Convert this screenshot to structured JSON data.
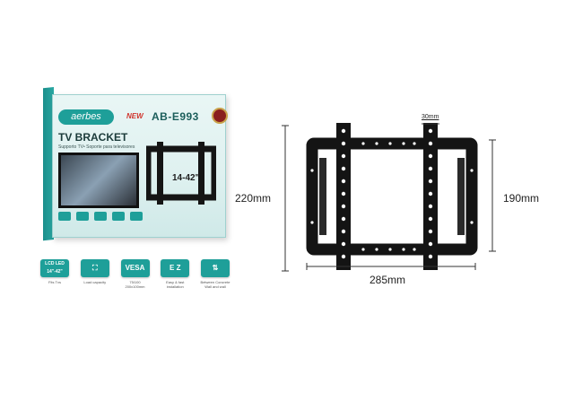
{
  "package": {
    "brand": "aerbes",
    "new_badge": "NEW",
    "model": "AB-E993",
    "title": "TV BRACKET",
    "subtitle": "Supporto TV• Soporte para televisores",
    "size_range": "14-42\""
  },
  "features": [
    {
      "icon": "LCD LED 14\"-42\"",
      "caption": "Fits Tvs"
    },
    {
      "icon": "weight-icon",
      "caption": "Load capacity"
    },
    {
      "icon": "VESA",
      "caption": "75/100 200x100mm"
    },
    {
      "icon": "E Z",
      "caption": "Easy & fast installation"
    },
    {
      "icon": "tilt-icon",
      "caption": "Between Concrete Wall and wall"
    }
  ],
  "dimensions": {
    "height_outer": "220mm",
    "height_inner": "190mm",
    "width": "285mm",
    "rail_width": "30mm"
  },
  "colors": {
    "accent": "#1e9f99",
    "bracket": "#141414",
    "dimension_line": "#333333"
  }
}
